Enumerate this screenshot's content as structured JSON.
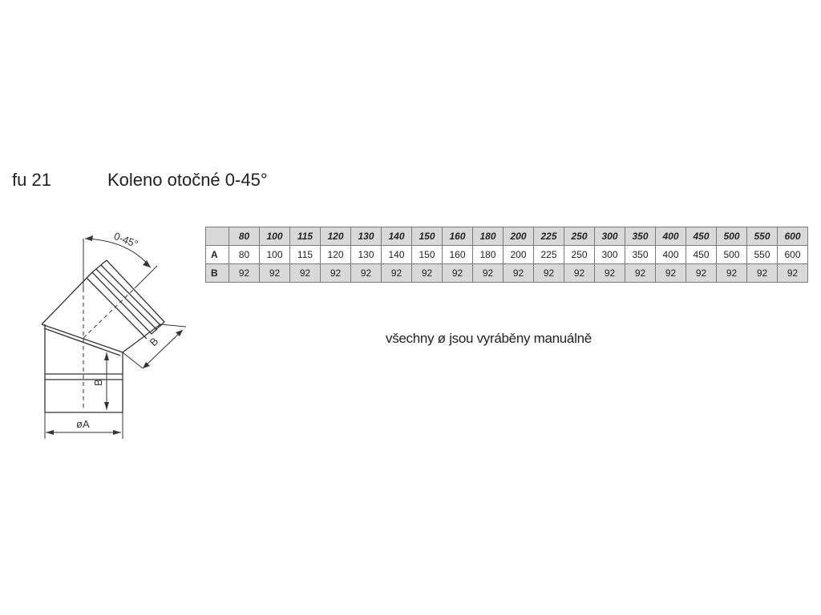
{
  "heading": {
    "code": "fu 21",
    "title": "Koleno otočné 0-45°"
  },
  "drawing": {
    "angle_label": "0-45°",
    "dim_b_upper": "B",
    "dim_b_lower": "B",
    "dim_a": "øA"
  },
  "table": {
    "columns": [
      "80",
      "100",
      "115",
      "120",
      "130",
      "140",
      "150",
      "160",
      "180",
      "200",
      "225",
      "250",
      "300",
      "350",
      "400",
      "450",
      "500",
      "550",
      "600"
    ],
    "rows": [
      {
        "label": "A",
        "values": [
          "80",
          "100",
          "115",
          "120",
          "130",
          "140",
          "150",
          "160",
          "180",
          "200",
          "225",
          "250",
          "300",
          "350",
          "400",
          "450",
          "500",
          "550",
          "600"
        ]
      },
      {
        "label": "B",
        "values": [
          "92",
          "92",
          "92",
          "92",
          "92",
          "92",
          "92",
          "92",
          "92",
          "92",
          "92",
          "92",
          "92",
          "92",
          "92",
          "92",
          "92",
          "92",
          "92"
        ]
      }
    ]
  },
  "note": "všechny ø jsou vyráběny manuálně",
  "colors": {
    "line": "#333333",
    "header_fill": "#d9d9d9",
    "border": "#7a7a7a"
  }
}
